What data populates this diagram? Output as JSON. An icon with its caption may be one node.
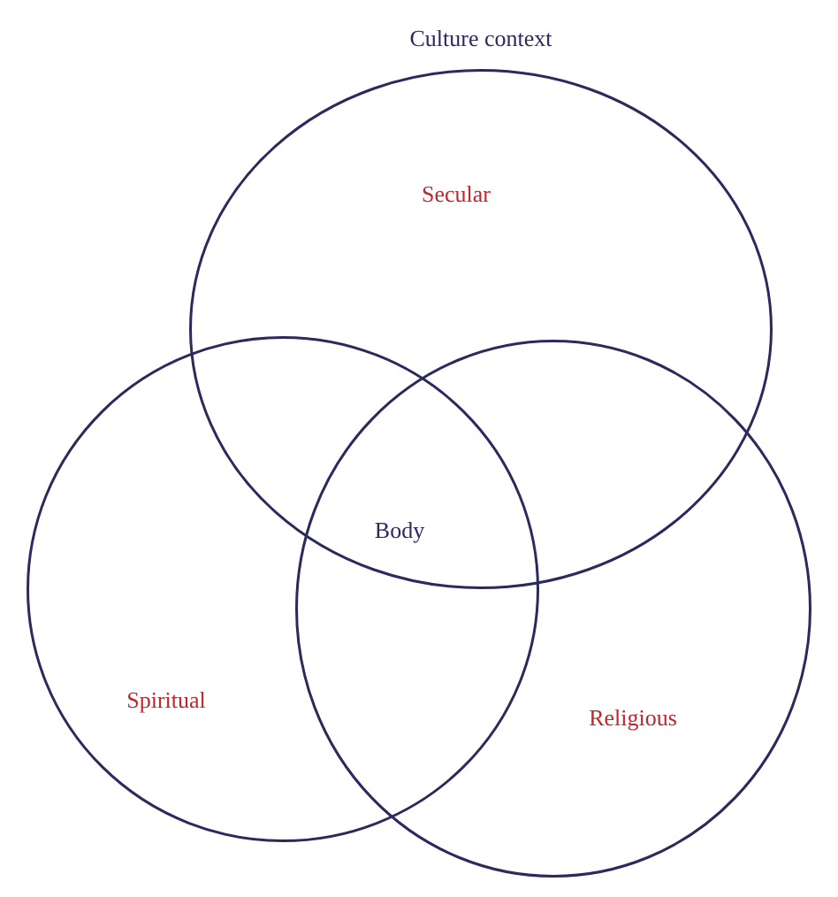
{
  "diagram": {
    "title": "Culture context",
    "nodes": [
      {
        "text": [
          "Secular"
        ]
      },
      {
        "text": [
          "Spiritual"
        ]
      },
      {
        "text": [
          "Religious"
        ]
      }
    ],
    "labels": [
      "Body"
    ]
  }
}
